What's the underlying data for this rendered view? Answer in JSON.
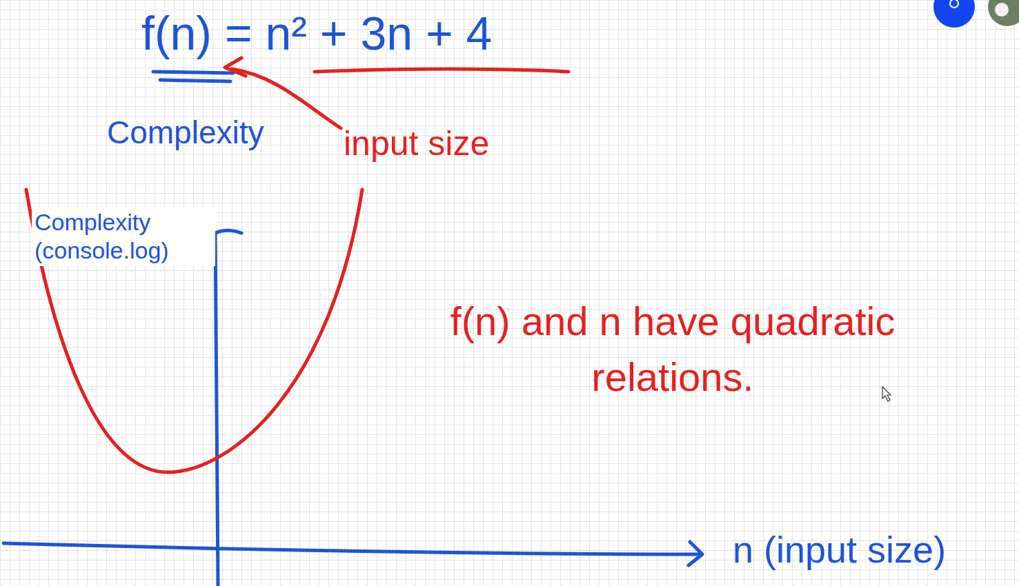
{
  "diagram": {
    "labels": [
      "f(n) = n² + 3n + 4",
      "Complexity",
      "input size",
      "Complexity (console.log)",
      "f(n) and n have quadratic relations.",
      "n (input size)"
    ]
  }
}
